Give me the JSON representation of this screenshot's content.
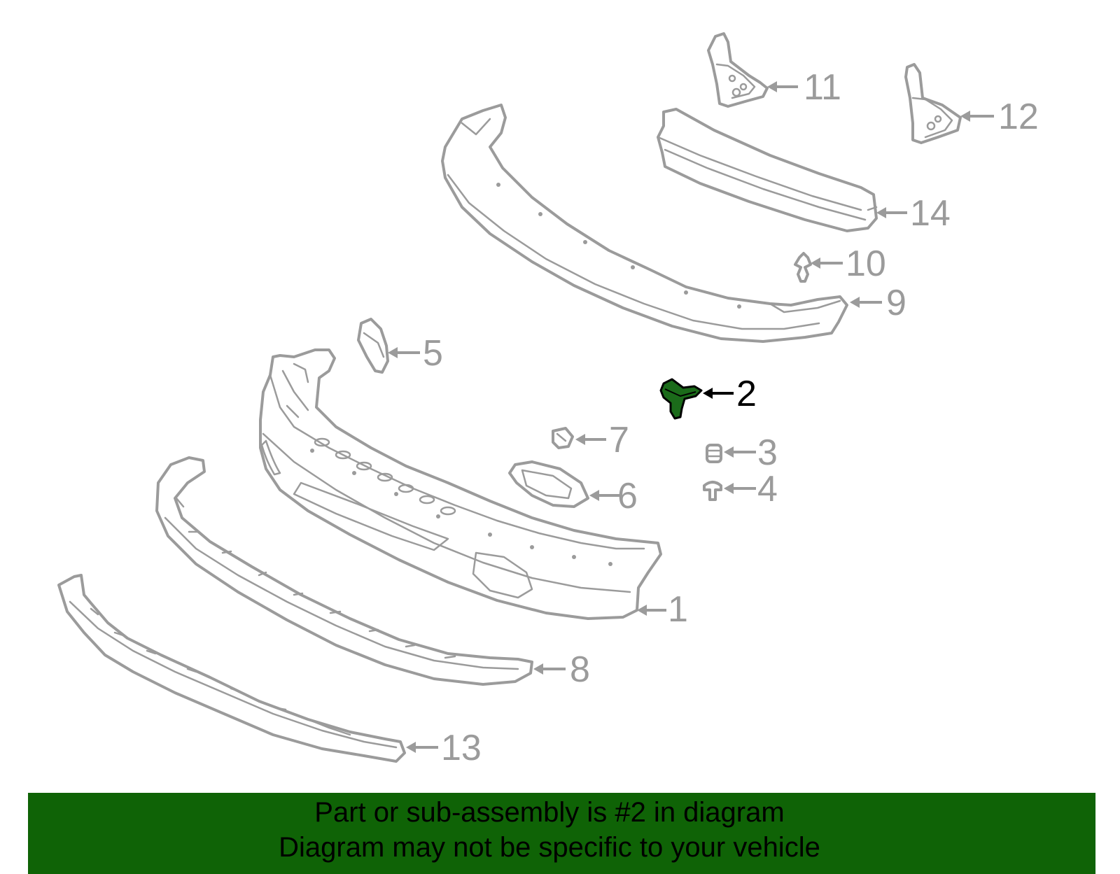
{
  "diagram": {
    "callouts": [
      {
        "id": "1",
        "label": "1"
      },
      {
        "id": "2",
        "label": "2",
        "highlighted": true
      },
      {
        "id": "3",
        "label": "3"
      },
      {
        "id": "4",
        "label": "4"
      },
      {
        "id": "5",
        "label": "5"
      },
      {
        "id": "6",
        "label": "6"
      },
      {
        "id": "7",
        "label": "7"
      },
      {
        "id": "8",
        "label": "8"
      },
      {
        "id": "9",
        "label": "9"
      },
      {
        "id": "10",
        "label": "10"
      },
      {
        "id": "11",
        "label": "11"
      },
      {
        "id": "12",
        "label": "12"
      },
      {
        "id": "13",
        "label": "13"
      },
      {
        "id": "14",
        "label": "14"
      }
    ],
    "colors": {
      "part_outline": "#9b9b9b",
      "highlight_fill": "#1b6b1a",
      "highlight_text": "#000000"
    }
  },
  "banner": {
    "line1": "Part or sub-assembly is #2 in diagram",
    "line2": "Diagram may not be specific to your vehicle",
    "background": "#0f6306"
  }
}
